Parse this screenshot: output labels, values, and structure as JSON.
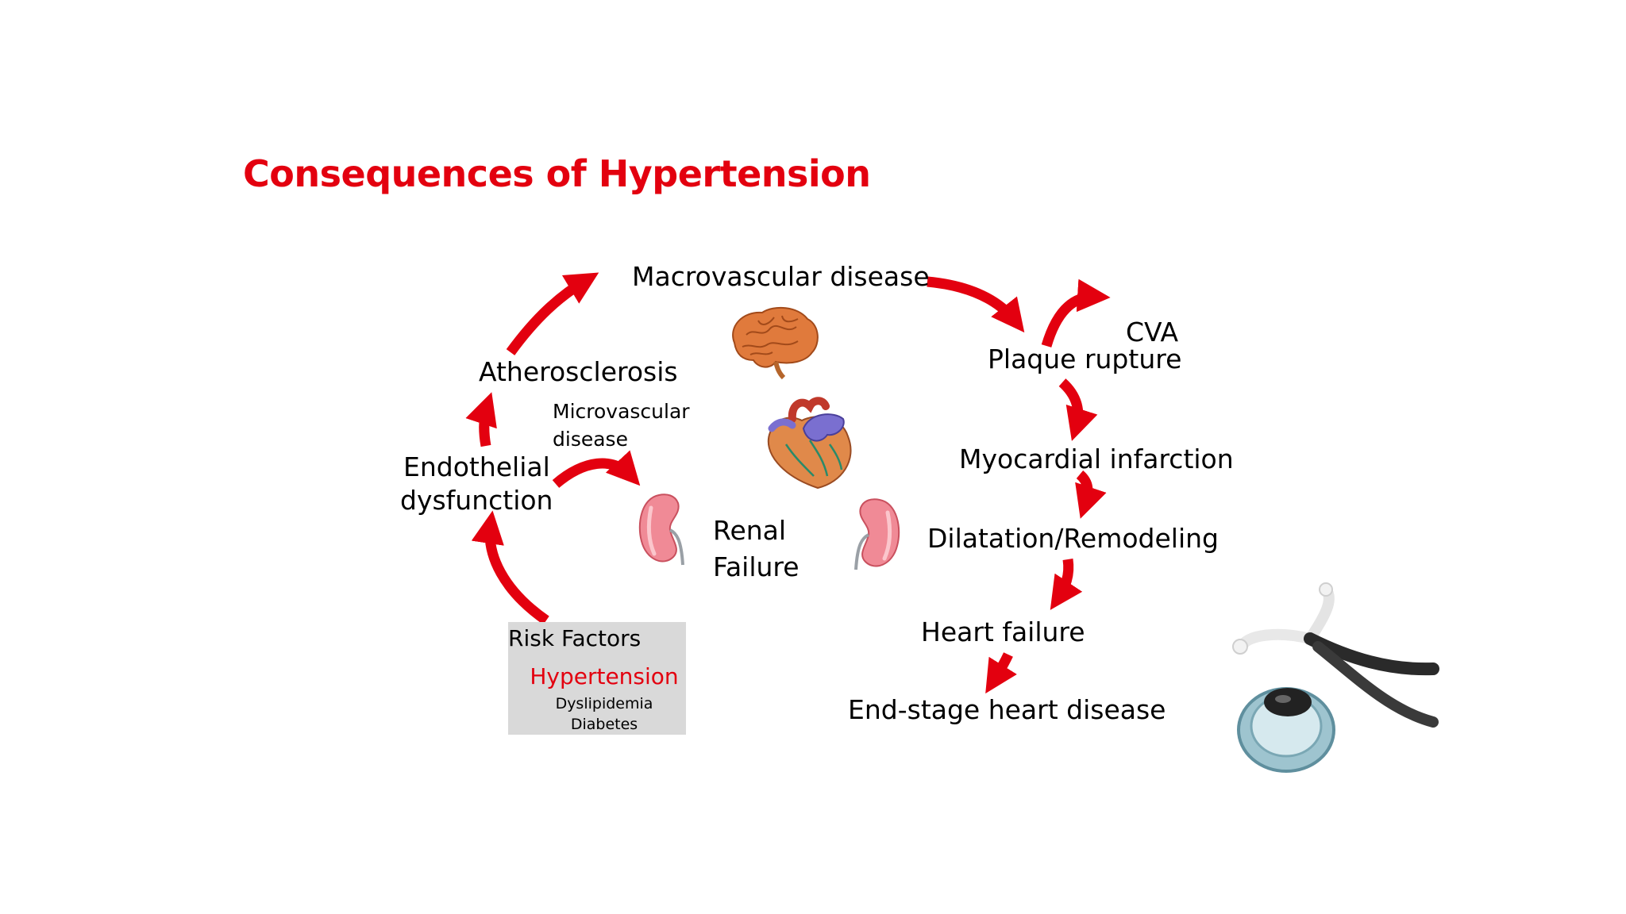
{
  "title": "Consequences of Hypertension",
  "nodes": {
    "macrovascular": "Macrovascular disease",
    "atherosclerosis": "Atherosclerosis",
    "endothelial_line1": "Endothelial",
    "endothelial_line2": "dysfunction",
    "microvascular_line1": "Microvascular",
    "microvascular_line2": "disease",
    "renal_line1": "Renal",
    "renal_line2": "Failure",
    "cva": "CVA",
    "plaque": "Plaque rupture",
    "mi": "Myocardial infarction",
    "dilatation": "Dilatation/Remodeling",
    "heart_failure": "Heart failure",
    "end_stage": "End-stage heart disease"
  },
  "risk_factors": {
    "title": "Risk Factors",
    "primary": "Hypertension",
    "others": [
      "Dyslipidemia",
      "Diabetes"
    ]
  },
  "images": [
    "brain-icon",
    "heart-icon",
    "kidney-icon",
    "kidney-icon",
    "stethoscope-icon"
  ],
  "colors": {
    "title": "#e3000f",
    "arrow": "#e3000f",
    "highlight": "#e3000f",
    "box": "#d9d9d9"
  }
}
